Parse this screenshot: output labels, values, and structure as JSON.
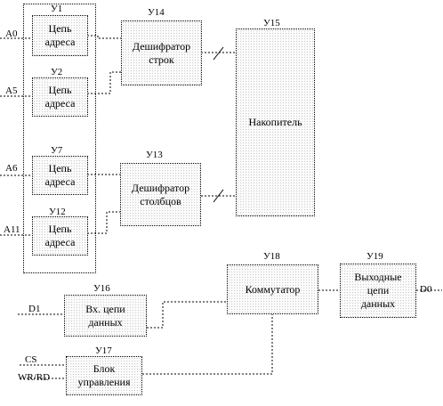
{
  "blocks": {
    "y1": {
      "id": "У1",
      "label": "Цепь\nадреса"
    },
    "y2": {
      "id": "У2",
      "label": "Цепь\nадреса"
    },
    "y7": {
      "id": "У7",
      "label": "Цепь\nадреса"
    },
    "y12": {
      "id": "У12",
      "label": "Цепь\nадреса"
    },
    "y14": {
      "id": "У14",
      "label": "Дешифратор\nстрок"
    },
    "y13": {
      "id": "У13",
      "label": "Дешифратор\nстолбцов"
    },
    "y15": {
      "id": "У15",
      "label": "Накопитель"
    },
    "y16": {
      "id": "У16",
      "label": "Вх. цепи\nданных"
    },
    "y17": {
      "id": "У17",
      "label": "Блок\nуправления"
    },
    "y18": {
      "id": "У18",
      "label": "Коммутатор"
    },
    "y19": {
      "id": "У19",
      "label": "Выходные\nцепи\nданных"
    }
  },
  "signals": {
    "a0": "A0",
    "a5": "A5",
    "a6": "A6",
    "a11": "A11",
    "d1": "D1",
    "d0": "D0",
    "cs": "CS",
    "wr_rd": "WR/RD"
  }
}
